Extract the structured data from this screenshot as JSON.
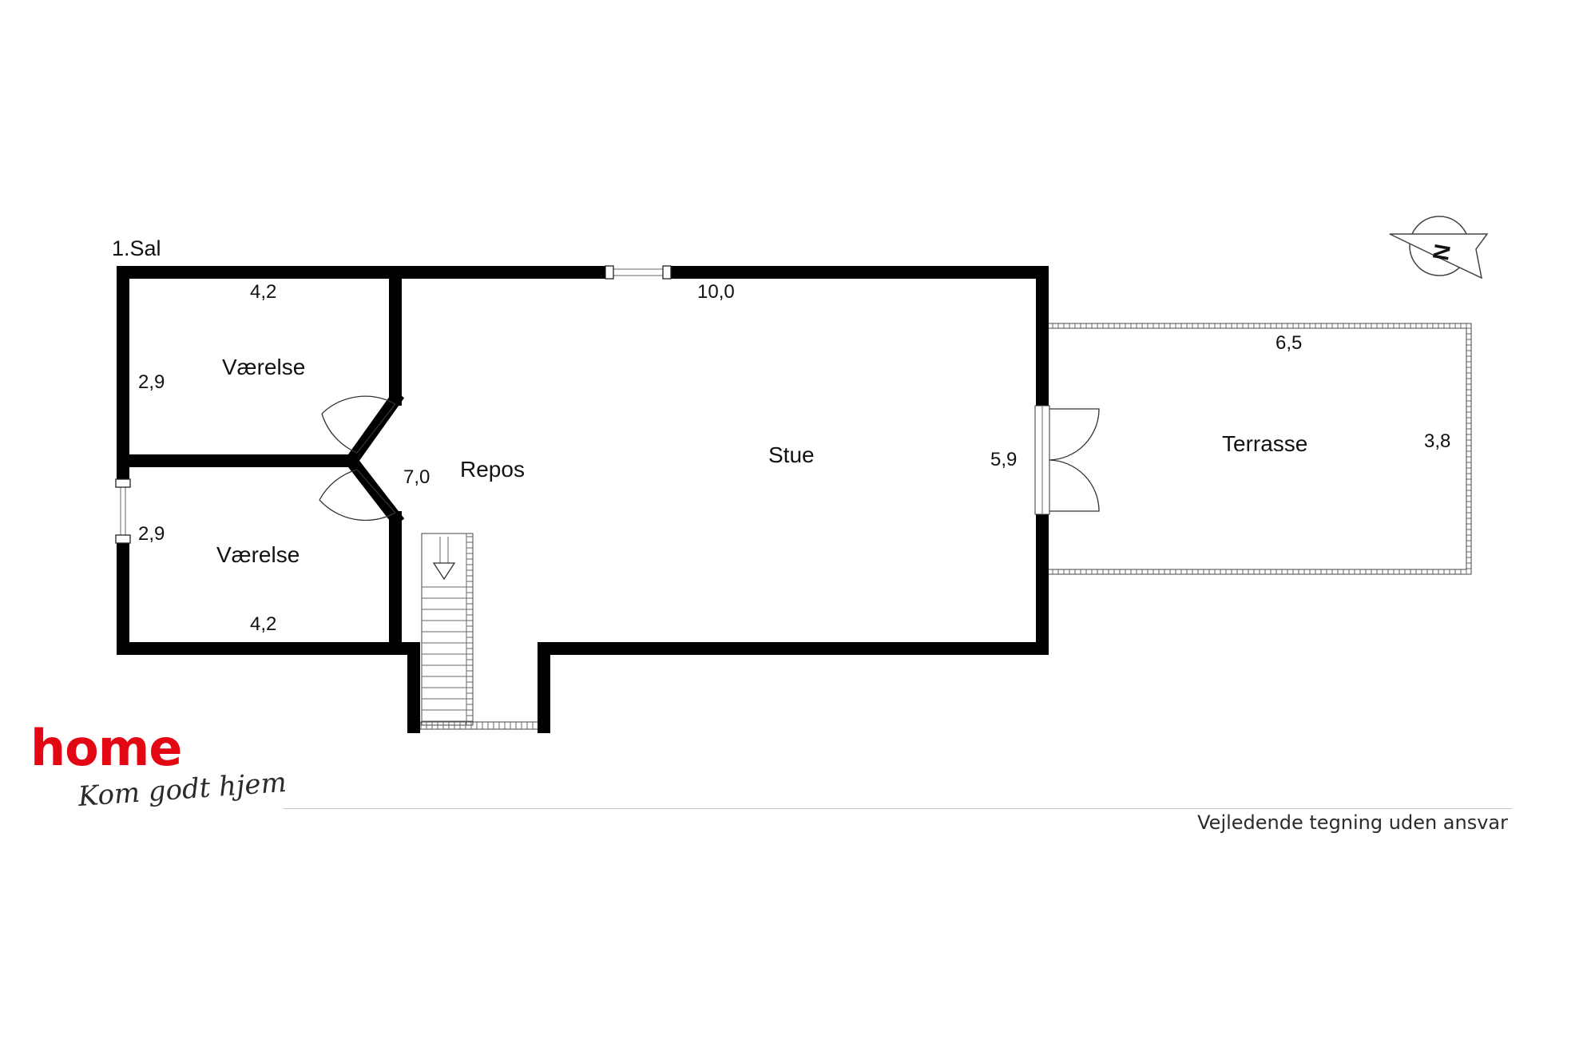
{
  "plan": {
    "floor_label": "1.Sal",
    "rooms": {
      "vaerelse_top": "Værelse",
      "vaerelse_bottom": "Værelse",
      "repos": "Repos",
      "stue": "Stue",
      "terrasse": "Terrasse"
    },
    "dimensions": {
      "vaerelse_top_width": "4,2",
      "vaerelse_top_depth": "2,9",
      "vaerelse_bottom_depth": "2,9",
      "vaerelse_bottom_width": "4,2",
      "stue_width": "10,0",
      "repos_depth": "7,0",
      "stue_depth": "5,9",
      "terrasse_width": "6,5",
      "terrasse_depth": "3,8"
    },
    "compass_letter": "N"
  },
  "branding": {
    "logo": "home",
    "tagline": "Kom godt hjem"
  },
  "footer": {
    "disclaimer": "Vejledende tegning uden ansvar"
  }
}
